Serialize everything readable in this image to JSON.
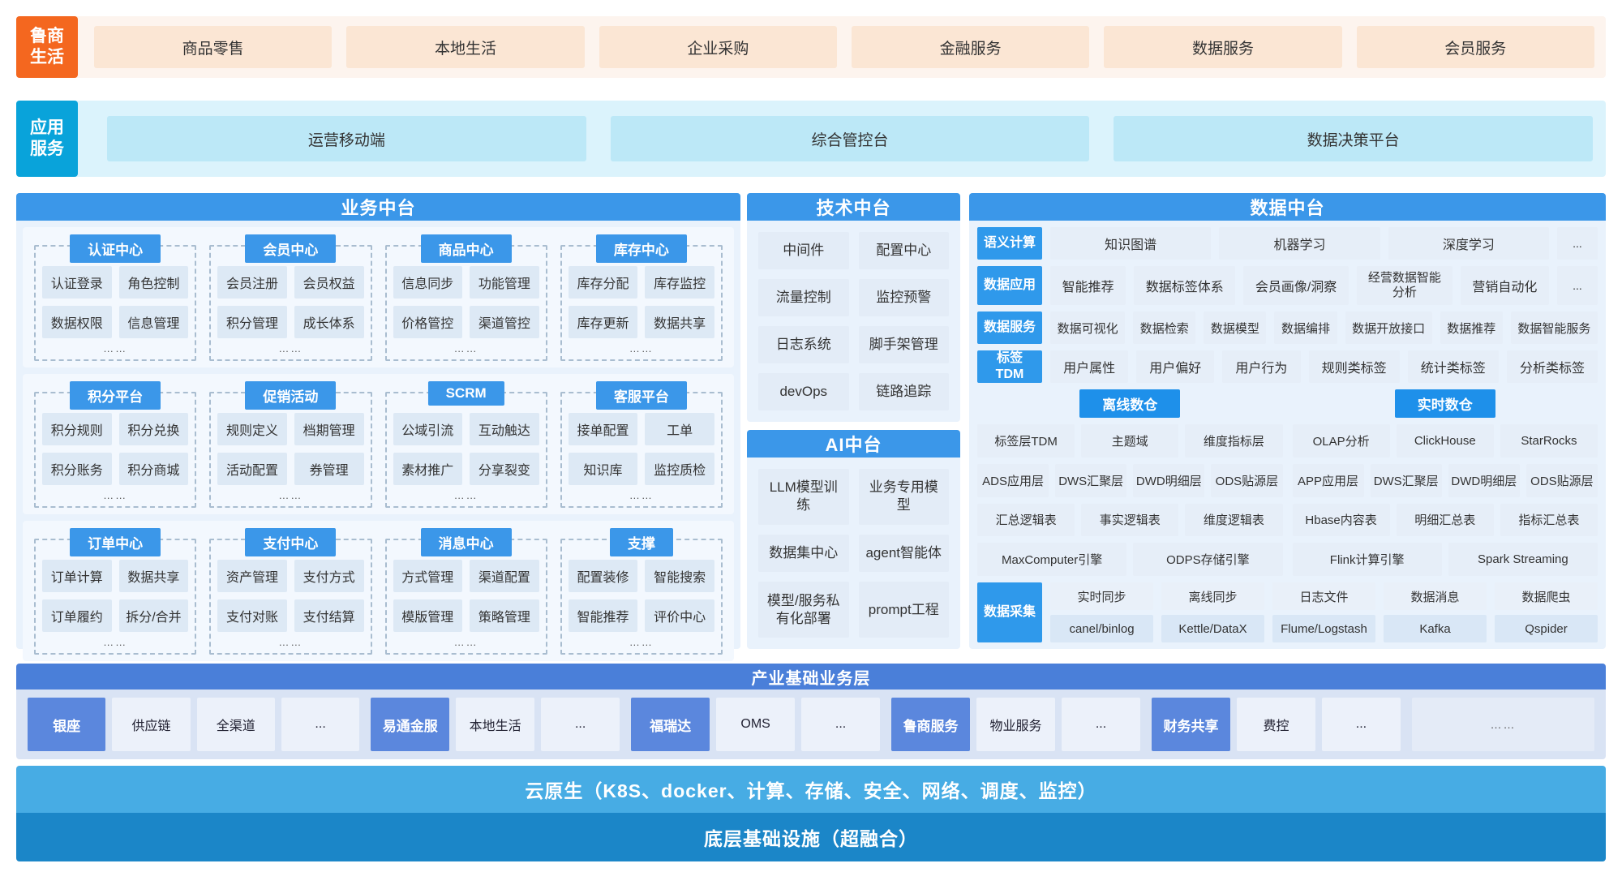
{
  "top_band": {
    "label": "鲁商\n生活",
    "tabs": [
      "商品零售",
      "本地生活",
      "企业采购",
      "金融服务",
      "数据服务",
      "会员服务"
    ]
  },
  "app_band": {
    "label": "应用\n服务",
    "items": [
      "运营移动端",
      "综合管控台",
      "数据决策平台"
    ]
  },
  "business_platform": {
    "title": "业务中台",
    "groups": [
      {
        "name": "认证中心",
        "items": [
          "认证登录",
          "角色控制",
          "数据权限",
          "信息管理"
        ],
        "more": "……"
      },
      {
        "name": "会员中心",
        "items": [
          "会员注册",
          "会员权益",
          "积分管理",
          "成长体系"
        ],
        "more": "……"
      },
      {
        "name": "商品中心",
        "items": [
          "信息同步",
          "功能管理",
          "价格管控",
          "渠道管控"
        ],
        "more": "……"
      },
      {
        "name": "库存中心",
        "items": [
          "库存分配",
          "库存监控",
          "库存更新",
          "数据共享"
        ],
        "more": "……"
      },
      {
        "name": "积分平台",
        "items": [
          "积分规则",
          "积分兑换",
          "积分账务",
          "积分商城"
        ],
        "more": "……"
      },
      {
        "name": "促销活动",
        "items": [
          "规则定义",
          "档期管理",
          "活动配置",
          "券管理"
        ],
        "more": "……"
      },
      {
        "name": "SCRM",
        "items": [
          "公域引流",
          "互动触达",
          "素材推广",
          "分享裂变"
        ],
        "more": "……"
      },
      {
        "name": "客服平台",
        "items": [
          "接单配置",
          "工单",
          "知识库",
          "监控质检"
        ],
        "more": "……"
      },
      {
        "name": "订单中心",
        "items": [
          "订单计算",
          "数据共享",
          "订单履约",
          "拆分/合并"
        ],
        "more": "……"
      },
      {
        "name": "支付中心",
        "items": [
          "资产管理",
          "支付方式",
          "支付对账",
          "支付结算"
        ],
        "more": "……"
      },
      {
        "name": "消息中心",
        "items": [
          "方式管理",
          "渠道配置",
          "模版管理",
          "策略管理"
        ],
        "more": "……"
      },
      {
        "name": "支撑",
        "items": [
          "配置装修",
          "智能搜索",
          "智能推荐",
          "评价中心"
        ],
        "more": "……"
      }
    ]
  },
  "tech_platform": {
    "title": "技术中台",
    "items": [
      "中间件",
      "配置中心",
      "流量控制",
      "监控预警",
      "日志系统",
      "脚手架管理",
      "devOps",
      "链路追踪"
    ]
  },
  "ai_platform": {
    "title": "AI中台",
    "items": [
      "LLM模型训练",
      "业务专用模型",
      "数据集中心",
      "agent智能体",
      "模型/服务私有化部署",
      "prompt工程"
    ]
  },
  "data_platform": {
    "title": "数据中台",
    "rows": [
      {
        "label": "语义计算",
        "items": [
          "知识图谱",
          "机器学习",
          "深度学习",
          "..."
        ]
      },
      {
        "label": "数据应用",
        "items": [
          "智能推荐",
          "数据标签体系",
          "会员画像/洞察",
          "经营数据智能分析",
          "营销自动化",
          "..."
        ]
      },
      {
        "label": "数据服务",
        "items": [
          "数据可视化",
          "数据检索",
          "数据模型",
          "数据编排",
          "数据开放接口",
          "数据推荐",
          "数据智能服务"
        ]
      },
      {
        "label": "标签\nTDM",
        "items": [
          "用户属性",
          "用户偏好",
          "用户行为",
          "规则类标签",
          "统计类标签",
          "分析类标签"
        ]
      }
    ],
    "warehouses": [
      {
        "name": "离线数仓",
        "rows": [
          [
            "标签层TDM",
            "主题域",
            "维度指标层"
          ],
          [
            "ADS应用层",
            "DWS汇聚层",
            "DWD明细层",
            "ODS贴源层"
          ],
          [
            "汇总逻辑表",
            "事实逻辑表",
            "维度逻辑表"
          ],
          [
            "MaxComputer引擎",
            "ODPS存储引擎"
          ]
        ]
      },
      {
        "name": "实时数仓",
        "rows": [
          [
            "OLAP分析",
            "ClickHouse",
            "StarRocks"
          ],
          [
            "APP应用层",
            "DWS汇聚层",
            "DWD明细层",
            "ODS贴源层"
          ],
          [
            "Hbase内容表",
            "明细汇总表",
            "指标汇总表"
          ],
          [
            "Flink计算引擎",
            "Spark Streaming"
          ]
        ]
      }
    ],
    "collection": {
      "label": "数据采集",
      "columns": [
        {
          "top": "实时同步",
          "bottom": "canel/binlog"
        },
        {
          "top": "离线同步",
          "bottom": "Kettle/DataX"
        },
        {
          "top": "日志文件",
          "bottom": "Flume/Logstash"
        },
        {
          "top": "数据消息",
          "bottom": "Kafka"
        },
        {
          "top": "数据爬虫",
          "bottom": "Qspider"
        }
      ]
    }
  },
  "industry_layer": {
    "title": "产业基础业务层",
    "groups": [
      {
        "name": "银座",
        "items": [
          "供应链",
          "全渠道",
          "..."
        ]
      },
      {
        "name": "易通金服",
        "items": [
          "本地生活",
          "..."
        ]
      },
      {
        "name": "福瑞达",
        "items": [
          "OMS",
          "..."
        ]
      },
      {
        "name": "鲁商服务",
        "items": [
          "物业服务",
          "..."
        ]
      },
      {
        "name": "财务共享",
        "items": [
          "费控",
          "..."
        ]
      }
    ],
    "more": "……"
  },
  "cloud_bar": "云原生（K8S、docker、计算、存储、安全、网络、调度、监控）",
  "infra_bar": "底层基础设施（超融合）"
}
